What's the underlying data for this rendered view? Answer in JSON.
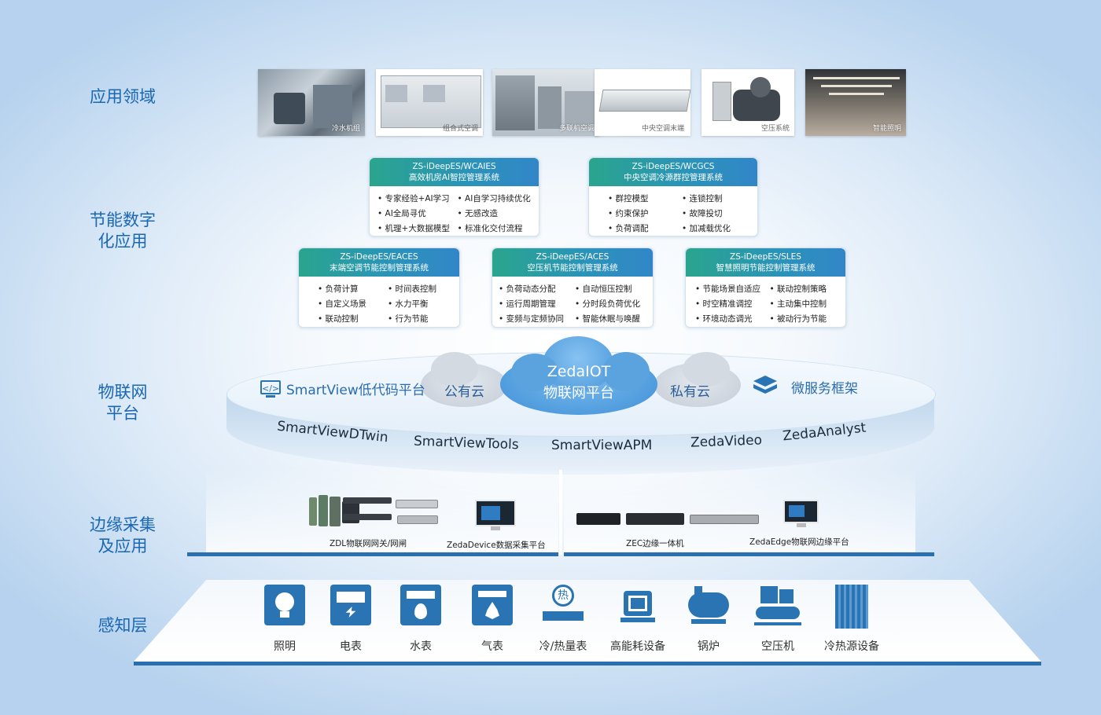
{
  "layers": {
    "application": "应用领域",
    "energy": "节能数字\n化应用",
    "iot": "物联网\n平台",
    "edge": "边缘采集\n及应用",
    "sensing": "感知层"
  },
  "photos": [
    {
      "caption": "冷水机组"
    },
    {
      "caption": "组合式空调"
    },
    {
      "caption": "多联机空调"
    },
    {
      "caption": "中央空调末端"
    },
    {
      "caption": "空压系统"
    },
    {
      "caption": "智能照明"
    }
  ],
  "cards": [
    {
      "title": "ZS-iDeepES/WCAIES",
      "subtitle": "高效机房AI智控管理系统",
      "items": [
        "专家经验+AI学习",
        "AI自学习持续优化",
        "AI全局寻优",
        "无感改造",
        "机理+大数据模型",
        "标准化交付流程"
      ]
    },
    {
      "title": "ZS-iDeepES/WCGCS",
      "subtitle": "中央空调冷源群控管理系统",
      "items": [
        "群控模型",
        "连锁控制",
        "约束保护",
        "故障投切",
        "负荷调配",
        "加减载优化"
      ]
    },
    {
      "title": "ZS-iDeepES/EACES",
      "subtitle": "末端空调节能控制管理系统",
      "items": [
        "负荷计算",
        "时间表控制",
        "自定义场景",
        "水力平衡",
        "联动控制",
        "行为节能"
      ]
    },
    {
      "title": "ZS-iDeepES/ACES",
      "subtitle": "空压机节能控制管理系统",
      "items": [
        "负荷动态分配",
        "自动恒压控制",
        "运行周期管理",
        "分时段负荷优化",
        "变频与定频协同",
        "智能休眠与唤醒"
      ]
    },
    {
      "title": "ZS-iDeepES/SLES",
      "subtitle": "智慧照明节能控制管理系统",
      "items": [
        "节能场景自适应",
        "联动控制策略",
        "时空精准调控",
        "主动集中控制",
        "环境动态调光",
        "被动行为节能"
      ]
    }
  ],
  "platform": {
    "smartview": "SmartView低代码平台",
    "public_cloud": "公有云",
    "core_line1": "ZedaIOT",
    "core_line2": "物联网平台",
    "private_cloud": "私有云",
    "microservice": "微服务框架",
    "products": [
      "SmartViewDTwin",
      "SmartViewTools",
      "SmartViewAPM",
      "ZedaVideo",
      "ZedaAnalyst"
    ]
  },
  "edge": {
    "items": [
      "ZDL物联网网关/网闸",
      "ZedaDevice数据采集平台",
      "ZEC边缘一体机",
      "ZedaEdge物联网边缘平台"
    ]
  },
  "sensors": [
    {
      "label": "照明",
      "icon": "lightbulb-icon"
    },
    {
      "label": "电表",
      "icon": "electric-meter-icon"
    },
    {
      "label": "水表",
      "icon": "water-meter-icon"
    },
    {
      "label": "气表",
      "icon": "gas-meter-icon"
    },
    {
      "label": "冷/热量表",
      "icon": "heat-meter-icon"
    },
    {
      "label": "高能耗设备",
      "icon": "motor-icon"
    },
    {
      "label": "锅炉",
      "icon": "boiler-icon"
    },
    {
      "label": "空压机",
      "icon": "air-compressor-icon"
    },
    {
      "label": "冷热源设备",
      "icon": "chiller-icon"
    }
  ],
  "sensor_extra": {
    "heat_glyph": "热"
  },
  "colors": {
    "accent": "#1a67b3",
    "card_head_start": "#2aa58d",
    "card_head_end": "#3286c8",
    "icon": "#2a74b3"
  }
}
